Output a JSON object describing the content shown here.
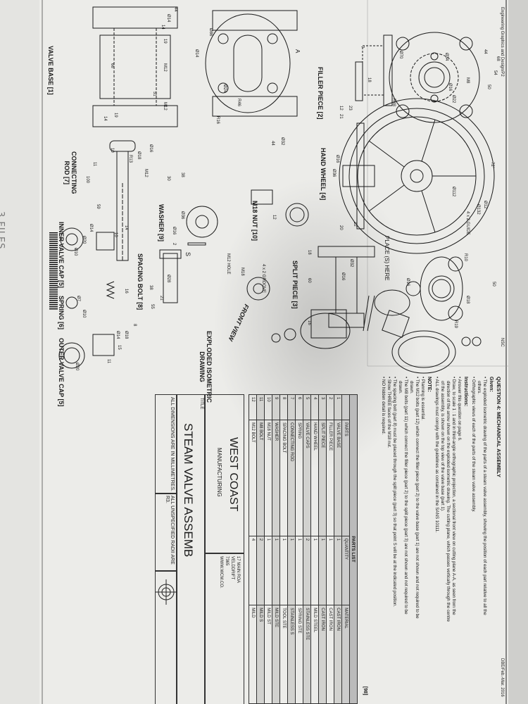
{
  "background": {
    "handwritten_note": "3 FILES"
  },
  "header": {
    "subject": "Engineering Graphics and Design/P2",
    "board": "NSC",
    "session": "DBE/Feb.-Mar. 2016"
  },
  "question": {
    "title": "QUESTION 4:  MECHANICAL ASSEMBLY",
    "given_heading": "Given:",
    "given": [
      "• The exploded isometric drawing of the parts of a steam valve assembly, showing the position of each part relative to all the others.",
      "• Orthographic views of each of the parts of the steam valve assembly."
    ],
    "instructions_heading": "Instructions:",
    "instructions": [
      "• Answer this question on page 6.",
      "• Draw, to scale 1 : 1 and in third-angle orthographic projection, a sectional front view on cutting plane A-A, as seen from the direction of the arrow shown on the exploded isometric drawing. The cutting plane, which passes vertically through the centre of the assembly, is shown on the top view of the valve base (part 1).",
      "• ALL drawings must comply with the guidelines as contained in the SANS 10111."
    ],
    "note_heading": "NOTE:",
    "notes": [
      "• Planning is essential.",
      "• The M12 bolts (part 12) which connect the filler piece (part 2) to the valve base (part 1) are not shown and not required to be drawn.",
      "• The M8 bolts (part 11) which connect the filler piece (part 2) to the split piece (part 3) are not shown and not required to be drawn.",
      "• The spacing bolt (part 8) must be placed through the split piece (part 3) so that point S will be at the indicated position.",
      "• Show THREE faces of the M18 nut.",
      "• NO hidden detail is required."
    ],
    "marks": "[98]"
  },
  "parts_list": {
    "title": "PARTS LIST",
    "headers": [
      "",
      "PARTS",
      "QUANTITY",
      "MATERIAL"
    ],
    "rows": [
      [
        "1",
        "VALVE BASE",
        "1",
        "CAST IRON"
      ],
      [
        "2",
        "FILLER PIECE",
        "1",
        "CAST IRON"
      ],
      [
        "3",
        "SPLIT PIECE",
        "1",
        "CAST IRON"
      ],
      [
        "4",
        "HAND WHEEL",
        "1",
        "MILD STEEL"
      ],
      [
        "5",
        "VALVE CAPS",
        "2",
        "STAINLESS STE"
      ],
      [
        "6",
        "SPRING",
        "1",
        "SPRING STE"
      ],
      [
        "7",
        "CONNECTING ROD",
        "1",
        "STAINLESS S"
      ],
      [
        "8",
        "SPACING BOLT",
        "1",
        "TOOL STE"
      ],
      [
        "9",
        "WASHER",
        "1",
        "MILD STE"
      ],
      [
        "10",
        "M18 NUT",
        "1",
        "MILD ST"
      ],
      [
        "11",
        "M8 BOLT",
        "2",
        "MILD S"
      ],
      [
        "12",
        "M12 BOLT",
        "4",
        "MILD"
      ]
    ]
  },
  "title_block": {
    "company": "WEST COAST",
    "company_sub": "MANUFACTURING",
    "address": [
      "17 MAIN ROA",
      "VELDDRIFT",
      "7365",
      "WWW.WCM.CO."
    ],
    "title_label": "TITLE",
    "title": "STEAM VALVE ASSEMB",
    "note_dimensions": "ALL DIMENSIONS ARE IN MILLIMETRES.",
    "note_radii": "ALL UNSPECIFIED RADII ARE R3."
  },
  "drawing_labels": {
    "filler_piece": "FILLER PIECE [2]",
    "hand_wheel": "HAND WHEEL [4]",
    "split_piece": "SPLIT PIECE [3]",
    "valve_base": "VALVE BASE [1]",
    "connecting_rod": [
      "CONNECTING",
      "ROD [7]"
    ],
    "m18_nut": "M18 NUT [10]",
    "washer": "WASHER [9]",
    "spacing_bolt": "SPACING BOLT [8]",
    "inner_valve_cap": "INNER VALVE CAP [5]",
    "spring": "SPRING [6]",
    "outer_valve_cap": "OUTER VALVE CAP [5]",
    "exploded": [
      "EXPLODED ISOMETRIC",
      "DRAWING"
    ],
    "front_view": "FRONT VIEW",
    "place_s": "PLACE (S) HERE",
    "point_s": "S",
    "section_a": "A"
  },
  "dimensions": [
    "Ø70",
    "R48",
    "M8",
    "Ø34",
    "Ø16",
    "Ø22",
    "54",
    "44",
    "68",
    "50",
    "18",
    "23",
    "7",
    "12",
    "21",
    "72°",
    "Ø132",
    "4 x 2 GUIDE",
    "Ø12",
    "Ø112",
    "Ø16",
    "Ø36",
    "12",
    "20",
    "Ø16",
    "R10",
    "R19",
    "50",
    "Ø18",
    "18",
    "60",
    "16",
    "Ø16",
    "Ø32",
    "Ø86",
    "Ø14",
    "R46",
    "Ø24",
    "R16",
    "Ø32",
    "44",
    "M12",
    "M12",
    "51",
    "66",
    "19",
    "14",
    "38",
    "30",
    "Ø18",
    "10",
    "R13",
    "11",
    "100",
    "59",
    "M12",
    "Ø16",
    "12",
    "Ø36",
    "Ø16",
    "2",
    "M18",
    "M12 HOLE",
    "4 x 2 GROOVE",
    "21",
    "38",
    "55",
    "8",
    "Ø28",
    "14",
    "10",
    "Ø14",
    "Ø20",
    "Ø10",
    "16",
    "Ø7",
    "Ø10",
    "Ø18",
    "Ø14",
    "15",
    "11",
    "Ø20",
    "44",
    "Ø14",
    "14",
    "19"
  ]
}
